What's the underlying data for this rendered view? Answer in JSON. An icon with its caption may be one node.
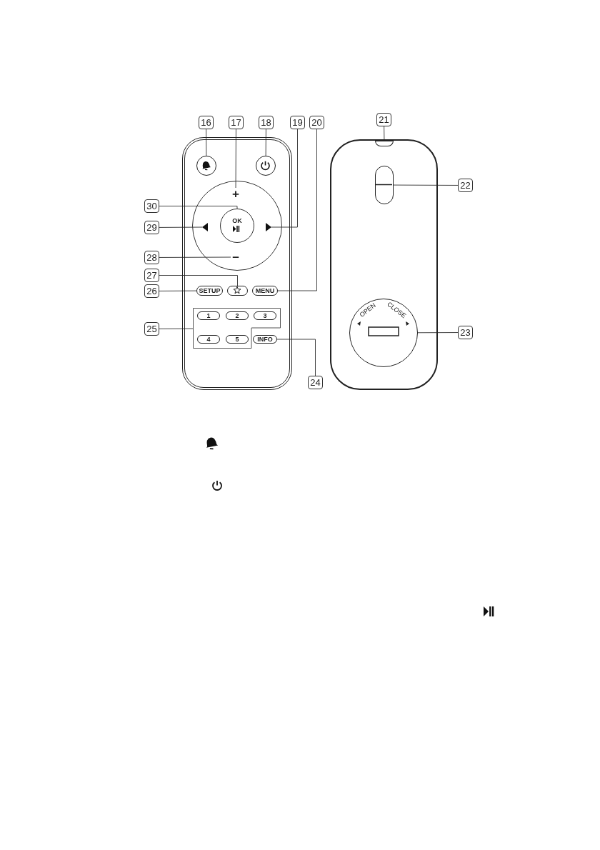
{
  "diagram": {
    "nodes": [
      {
        "text": [
          "16"
        ]
      },
      {
        "text": [
          "17"
        ]
      },
      {
        "text": [
          "18"
        ]
      },
      {
        "text": [
          "19"
        ]
      },
      {
        "text": [
          "20"
        ]
      },
      {
        "text": [
          "21"
        ]
      },
      {
        "text": [],
        "shape": "box"
      },
      {
        "text": [],
        "shape": "circle",
        "in": 6
      },
      {
        "text": [],
        "shape": "circle",
        "in": 6
      },
      {
        "text": [],
        "shape": "circle",
        "in": 6
      },
      {
        "text": [
          "+"
        ],
        "in": 9
      },
      {
        "text": [
          "30"
        ]
      },
      {
        "text": [
          "OK"
        ],
        "in": 9
      },
      {
        "text": [
          "29"
        ]
      },
      {
        "text": [],
        "shape": "triangle",
        "in": 9
      },
      {
        "text": [],
        "shape": "triangle",
        "in": 9
      },
      {
        "text": [
          "–"
        ],
        "in": 9
      },
      {
        "text": [
          "28"
        ]
      },
      {
        "text": [
          "27"
        ]
      },
      {
        "text": [
          "26"
        ]
      },
      {
        "text": [
          "SETUP"
        ],
        "in": 6
      },
      {
        "text": [],
        "shape": "box",
        "in": 6
      },
      {
        "text": [
          "MENU"
        ],
        "in": 6
      },
      {
        "text": [
          "25"
        ]
      },
      {
        "text": [],
        "shape": "box",
        "in": 6
      },
      {
        "text": [
          "1"
        ],
        "in": 24
      },
      {
        "text": [
          "2"
        ],
        "in": 24
      },
      {
        "text": [
          "3"
        ],
        "in": 24
      },
      {
        "text": [
          "4"
        ],
        "in": 24
      },
      {
        "text": [
          "5"
        ],
        "in": 24
      },
      {
        "text": [
          "INFO"
        ],
        "in": 6
      },
      {
        "text": [
          "24"
        ]
      },
      {
        "text": [],
        "shape": "box"
      },
      {
        "text": [],
        "shape": "box",
        "in": 32
      },
      {
        "text": [
          "22"
        ]
      },
      {
        "text": [],
        "shape": "box",
        "in": 32
      },
      {
        "text": [
          "OPEN",
          "CLOSE"
        ],
        "in": 32
      },
      {
        "text": [
          "23"
        ]
      }
    ],
    "edges": [
      {
        "from": 0,
        "to": 7,
        "arrow": "none"
      },
      {
        "from": 1,
        "to": 10,
        "arrow": "none"
      },
      {
        "from": 2,
        "to": 8,
        "arrow": "none"
      },
      {
        "from": 3,
        "to": 15,
        "arrow": "none"
      },
      {
        "from": 4,
        "to": 22,
        "arrow": "none"
      },
      {
        "from": 5,
        "to": 33,
        "arrow": "none"
      },
      {
        "from": 34,
        "to": 35,
        "arrow": "none"
      },
      {
        "from": 11,
        "to": 12,
        "arrow": "none"
      },
      {
        "from": 13,
        "to": 14,
        "arrow": "none"
      },
      {
        "from": 17,
        "to": 16,
        "arrow": "none"
      },
      {
        "from": 18,
        "to": 21,
        "arrow": "none"
      },
      {
        "from": 19,
        "to": 20,
        "arrow": "none"
      },
      {
        "from": 23,
        "to": 24,
        "arrow": "none"
      },
      {
        "from": 37,
        "to": 36,
        "arrow": "none"
      },
      {
        "from": 31,
        "to": 30,
        "arrow": "none"
      }
    ]
  }
}
